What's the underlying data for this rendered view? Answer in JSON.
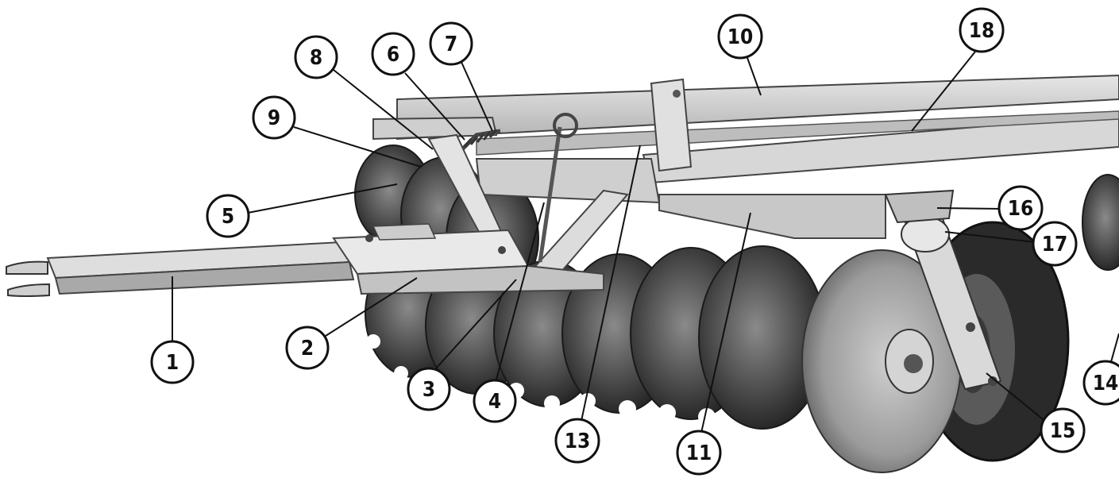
{
  "figure": {
    "subject": "tandem disk harrow",
    "colors": {
      "ink": "#111111",
      "frame": "#d9d9d9",
      "frame_shadow": "#9a9a9a",
      "disk": "#3b3b3b",
      "disk_edge": "#1a1a1a",
      "tire": "#2a2a2a",
      "background": "#ffffff"
    }
  },
  "callouts": [
    {
      "id": "c1",
      "label": "1"
    },
    {
      "id": "c2",
      "label": "2"
    },
    {
      "id": "c3",
      "label": "3"
    },
    {
      "id": "c4",
      "label": "4"
    },
    {
      "id": "c5",
      "label": "5"
    },
    {
      "id": "c6",
      "label": "6"
    },
    {
      "id": "c7",
      "label": "7"
    },
    {
      "id": "c8",
      "label": "8"
    },
    {
      "id": "c9",
      "label": "9"
    },
    {
      "id": "c10",
      "label": "10"
    },
    {
      "id": "c11",
      "label": "11"
    },
    {
      "id": "c13",
      "label": "13"
    },
    {
      "id": "c14",
      "label": "14"
    },
    {
      "id": "c15",
      "label": "15"
    },
    {
      "id": "c16",
      "label": "16"
    },
    {
      "id": "c17",
      "label": "17"
    },
    {
      "id": "c18",
      "label": "18"
    }
  ]
}
